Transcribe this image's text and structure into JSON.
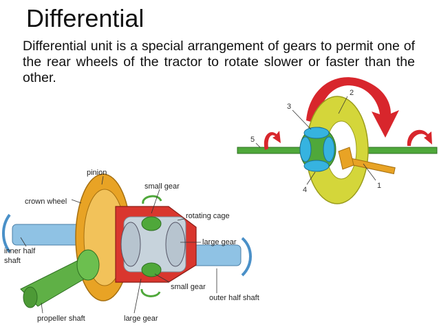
{
  "slide": {
    "title": "Differential",
    "description": "Differential unit is a special arrangement of gears to permit one of the rear wheels of the tractor to rotate slower or faster than the other."
  },
  "top_diagram": {
    "numbers": [
      "1",
      "2",
      "3",
      "4",
      "5"
    ]
  },
  "bottom_diagram": {
    "labels": {
      "pinion": "pinion",
      "crown_wheel": "crown wheel",
      "small_gear_top": "small gear",
      "rotating_cage": "rotating cage",
      "large_gear_right": "large gear",
      "inner_half_shaft_1": "inner half",
      "inner_half_shaft_2": "shaft",
      "small_gear_bottom": "small gear",
      "outer_half_shaft": "outer half shaft",
      "propeller_shaft": "propeller shaft",
      "large_gear_bottom": "large gear"
    }
  },
  "colors": {
    "crown_yellow": "#d4d63a",
    "crown_orange": "#e8a325",
    "arrow_red": "#d8262c",
    "shaft_green": "#4fa83a",
    "gear_cyan": "#36b3e0",
    "cage_red": "#d9362e",
    "shaft_blue": "#8fc2e4"
  }
}
